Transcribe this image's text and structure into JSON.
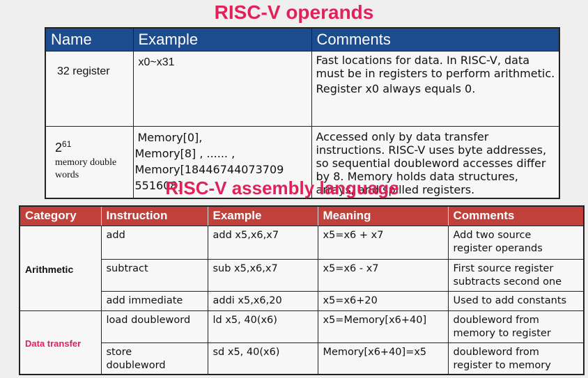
{
  "operands": {
    "title": "RISC-V operands",
    "headers": [
      "Name",
      "Example",
      "Comments"
    ],
    "rows": [
      {
        "name": "32 register",
        "example_lines": [
          "x0~x31"
        ],
        "comments_lines": [
          "Fast locations for data. In RISC-V, data",
          "must be in registers to perform arithmetic.",
          "Register x0 always equals 0."
        ]
      },
      {
        "name_base": "2",
        "name_exp": "61",
        "name_lines": [
          "memory double",
          "words"
        ],
        "example_lines": [
          "Memory[0],",
          "Memory[8] , ...... ,",
          "Memory[18446744073709",
          "551608]"
        ],
        "comments_lines": [
          "Accessed only by data transfer",
          "instructions. RISC-V uses byte addresses,",
          "so sequential doubleword accesses differ",
          "by 8. Memory holds data structures,",
          "arrays, and  spilled registers."
        ]
      }
    ]
  },
  "assembly": {
    "title": "RISC-V assembly language",
    "headers": [
      "Category",
      "Instruction",
      "Example",
      "Meaning",
      "Comments"
    ],
    "categories": [
      "Arithmetic",
      "Data transfer"
    ],
    "rows": [
      {
        "instruction": [
          "add"
        ],
        "example": "add x5,x6,x7",
        "meaning": "x5=x6 + x7",
        "comments": [
          "Add  two source",
          "register operands"
        ]
      },
      {
        "instruction": [
          "subtract"
        ],
        "example": "sub x5,x6,x7",
        "meaning": "x5=x6 - x7",
        "comments": [
          "First source register",
          "subtracts second one"
        ]
      },
      {
        "instruction": [
          "add immediate"
        ],
        "example": "addi x5,x6,20",
        "meaning": "x5=x6+20",
        "comments": [
          "Used to add constants"
        ]
      },
      {
        "instruction": [
          "load doubleword"
        ],
        "example": "ld x5, 40(x6)",
        "meaning": "x5=Memory[x6+40]",
        "comments": [
          "doubleword from",
          "memory to register"
        ]
      },
      {
        "instruction": [
          "store",
          "doubleword"
        ],
        "example": "sd x5, 40(x6)",
        "meaning": "Memory[x6+40]=x5",
        "comments": [
          "doubleword from",
          "register to memory"
        ]
      }
    ]
  },
  "colors": {
    "title": "#e0215a",
    "operands_header": "#1d4c8e",
    "assembly_header": "#c1403c"
  }
}
